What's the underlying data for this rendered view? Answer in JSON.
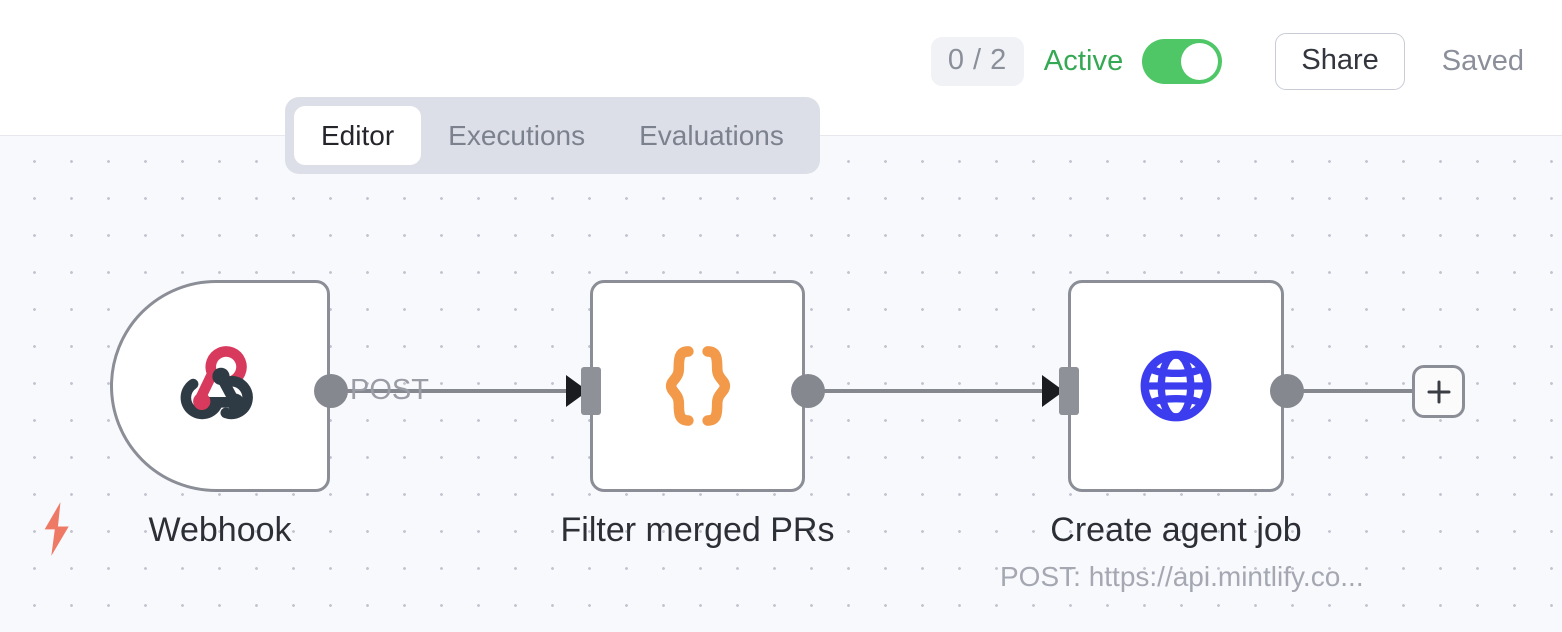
{
  "header": {
    "execution_count": "0 / 2",
    "active_label": "Active",
    "toggle_state": "on",
    "share_label": "Share",
    "saved_label": "Saved",
    "colors": {
      "active_green": "#34a853",
      "toggle_on": "#4fc767",
      "badge_bg": "#f1f2f6"
    }
  },
  "tabs": [
    {
      "label": "Editor",
      "active": true
    },
    {
      "label": "Executions",
      "active": false
    },
    {
      "label": "Evaluations",
      "active": false
    }
  ],
  "canvas": {
    "background": "#f8f9fc",
    "grid": "dot",
    "trigger_icon": "lightning-bolt-icon",
    "trigger_icon_color": "#ee7a66"
  },
  "nodes": [
    {
      "id": "webhook",
      "label": "Webhook",
      "sublabel": "",
      "icon": "webhook-icon",
      "icon_colors": [
        "#d83a5e",
        "#2f3b44"
      ],
      "shape": "trigger"
    },
    {
      "id": "filter-merged-prs",
      "label": "Filter merged PRs",
      "sublabel": "",
      "icon": "curly-braces-icon",
      "icon_colors": [
        "#f2994a"
      ],
      "shape": "rounded"
    },
    {
      "id": "create-agent-job",
      "label": "Create agent job",
      "sublabel": "POST: https://api.mintlify.co...",
      "icon": "globe-icon",
      "icon_colors": [
        "#3d3df0"
      ],
      "shape": "rounded"
    }
  ],
  "edges": [
    {
      "from": "webhook",
      "to": "filter-merged-prs",
      "label": "POST"
    },
    {
      "from": "filter-merged-prs",
      "to": "create-agent-job",
      "label": ""
    },
    {
      "from": "create-agent-job",
      "to": "add-node",
      "label": ""
    }
  ],
  "add_node_button": {
    "icon": "plus-icon",
    "label": "+"
  }
}
